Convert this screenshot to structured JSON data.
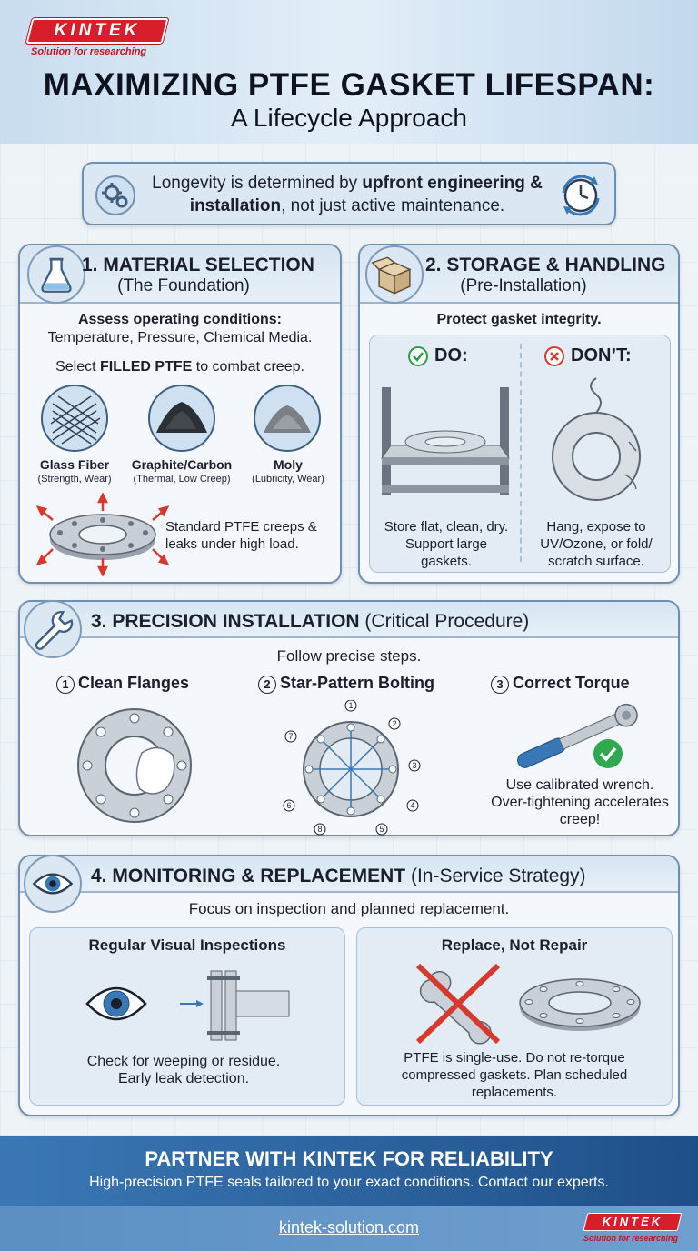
{
  "brand": {
    "logo_text": "KINTEK",
    "tagline": "Solution for researching",
    "brand_color": "#d81e2a",
    "accent_color": "#3a78b5"
  },
  "header": {
    "title": "MAXIMIZING PTFE GASKET LIFESPAN:",
    "subtitle": "A Lifecycle Approach"
  },
  "intro": {
    "text_1": "Longevity is determined by ",
    "bold_1": "upfront engineering &",
    "bold_2": "installation",
    "text_2": ", not just active maintenance.",
    "left_icon": "gear-icon",
    "right_icon": "clock-refresh-icon"
  },
  "section1": {
    "title": "1. MATERIAL SELECTION",
    "subtitle": "(The Foundation)",
    "assess_heading": "Assess operating conditions:",
    "assess_text": "Temperature, Pressure, Chemical Media.",
    "select_text_1": "Select ",
    "select_bold": "FILLED PTFE",
    "select_text_2": " to combat creep.",
    "fillers": [
      {
        "name": "Glass Fiber",
        "desc": "(Strength, Wear)"
      },
      {
        "name": "Graphite/Carbon",
        "desc": "(Thermal, Low Creep)"
      },
      {
        "name": "Moly",
        "desc": "(Lubricity, Wear)"
      }
    ],
    "creep_text": "Standard PTFE creeps & leaks under high load."
  },
  "section2": {
    "title": "2. STORAGE & HANDLING",
    "subtitle": "(Pre-Installation)",
    "intro": "Protect gasket integrity.",
    "do_label": "DO:",
    "dont_label": "DON’T:",
    "do_text": "Store flat, clean, dry. Support large gaskets.",
    "dont_text": "Hang, expose to UV/Ozone, or fold/ scratch surface."
  },
  "section3": {
    "title": "3. PRECISION INSTALLATION",
    "subtitle": "(Critical Procedure)",
    "intro": "Follow precise steps.",
    "steps": [
      {
        "num": "1",
        "label": "Clean Flanges"
      },
      {
        "num": "2",
        "label": "Star-Pattern Bolting"
      },
      {
        "num": "3",
        "label": "Correct Torque"
      }
    ],
    "bolt_numbers": [
      "1",
      "2",
      "3",
      "4",
      "5",
      "6",
      "7",
      "8"
    ],
    "torque_text": "Use calibrated wrench. Over-tightening accelerates creep!"
  },
  "section4": {
    "title": "4. MONITORING & REPLACEMENT",
    "subtitle": "(In-Service Strategy)",
    "intro": "Focus on inspection and planned replacement.",
    "inspect_title": "Regular Visual Inspections",
    "inspect_text": "Check for weeping or residue. Early leak detection.",
    "replace_title": "Replace, Not Repair",
    "replace_text": "PTFE is single-use. Do not re-torque compressed gaskets. Plan scheduled replacements."
  },
  "footer": {
    "title": "PARTNER WITH KINTEK FOR RELIABILITY",
    "subtitle": "High-precision PTFE seals tailored to your exact conditions. Contact our experts.",
    "url": "kintek-solution.com"
  }
}
